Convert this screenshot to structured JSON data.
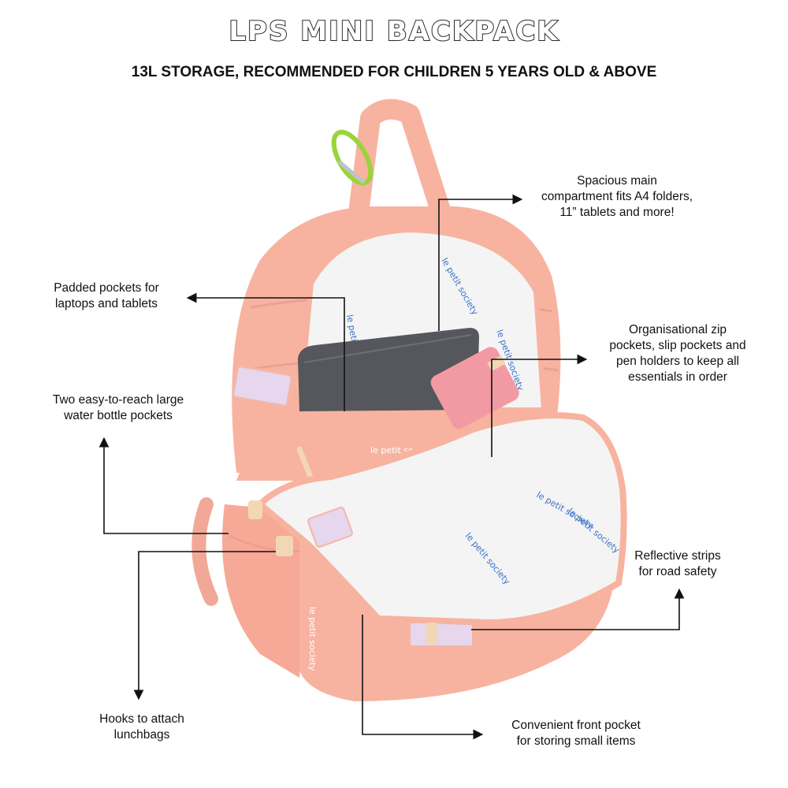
{
  "header": {
    "title": "LPS MINI BACKPACK",
    "subtitle": "13L STORAGE, RECOMMENDED FOR CHILDREN 5 YEARS OLD & ABOVE"
  },
  "callouts": {
    "main_compartment": [
      "Spacious main",
      "compartment fits A4 folders,",
      "11” tablets and more!"
    ],
    "padded_pockets": [
      "Padded pockets for",
      "laptops and tablets"
    ],
    "organisational": [
      "Organisational zip",
      "pockets, slip pockets and",
      "pen holders to keep all",
      "essentials in order"
    ],
    "bottle_pockets": [
      "Two easy-to-reach large",
      "water bottle pockets"
    ],
    "reflective": [
      "Reflective strips",
      "for road safety"
    ],
    "hooks": [
      "Hooks to attach",
      "lunchbags"
    ],
    "front_pocket": [
      "Convenient front pocket",
      "for storing small items"
    ]
  },
  "branding": {
    "print_text": "le petit society"
  },
  "colors": {
    "bag_pink": "#f7b3a0",
    "bag_shadow": "#e8998a",
    "lining": "#f4f4f4",
    "carabiner": "#9ad33a",
    "reflective_strip": "#e6d6ee",
    "tablet": "#55575d",
    "print_blue": "#3a73c8"
  }
}
